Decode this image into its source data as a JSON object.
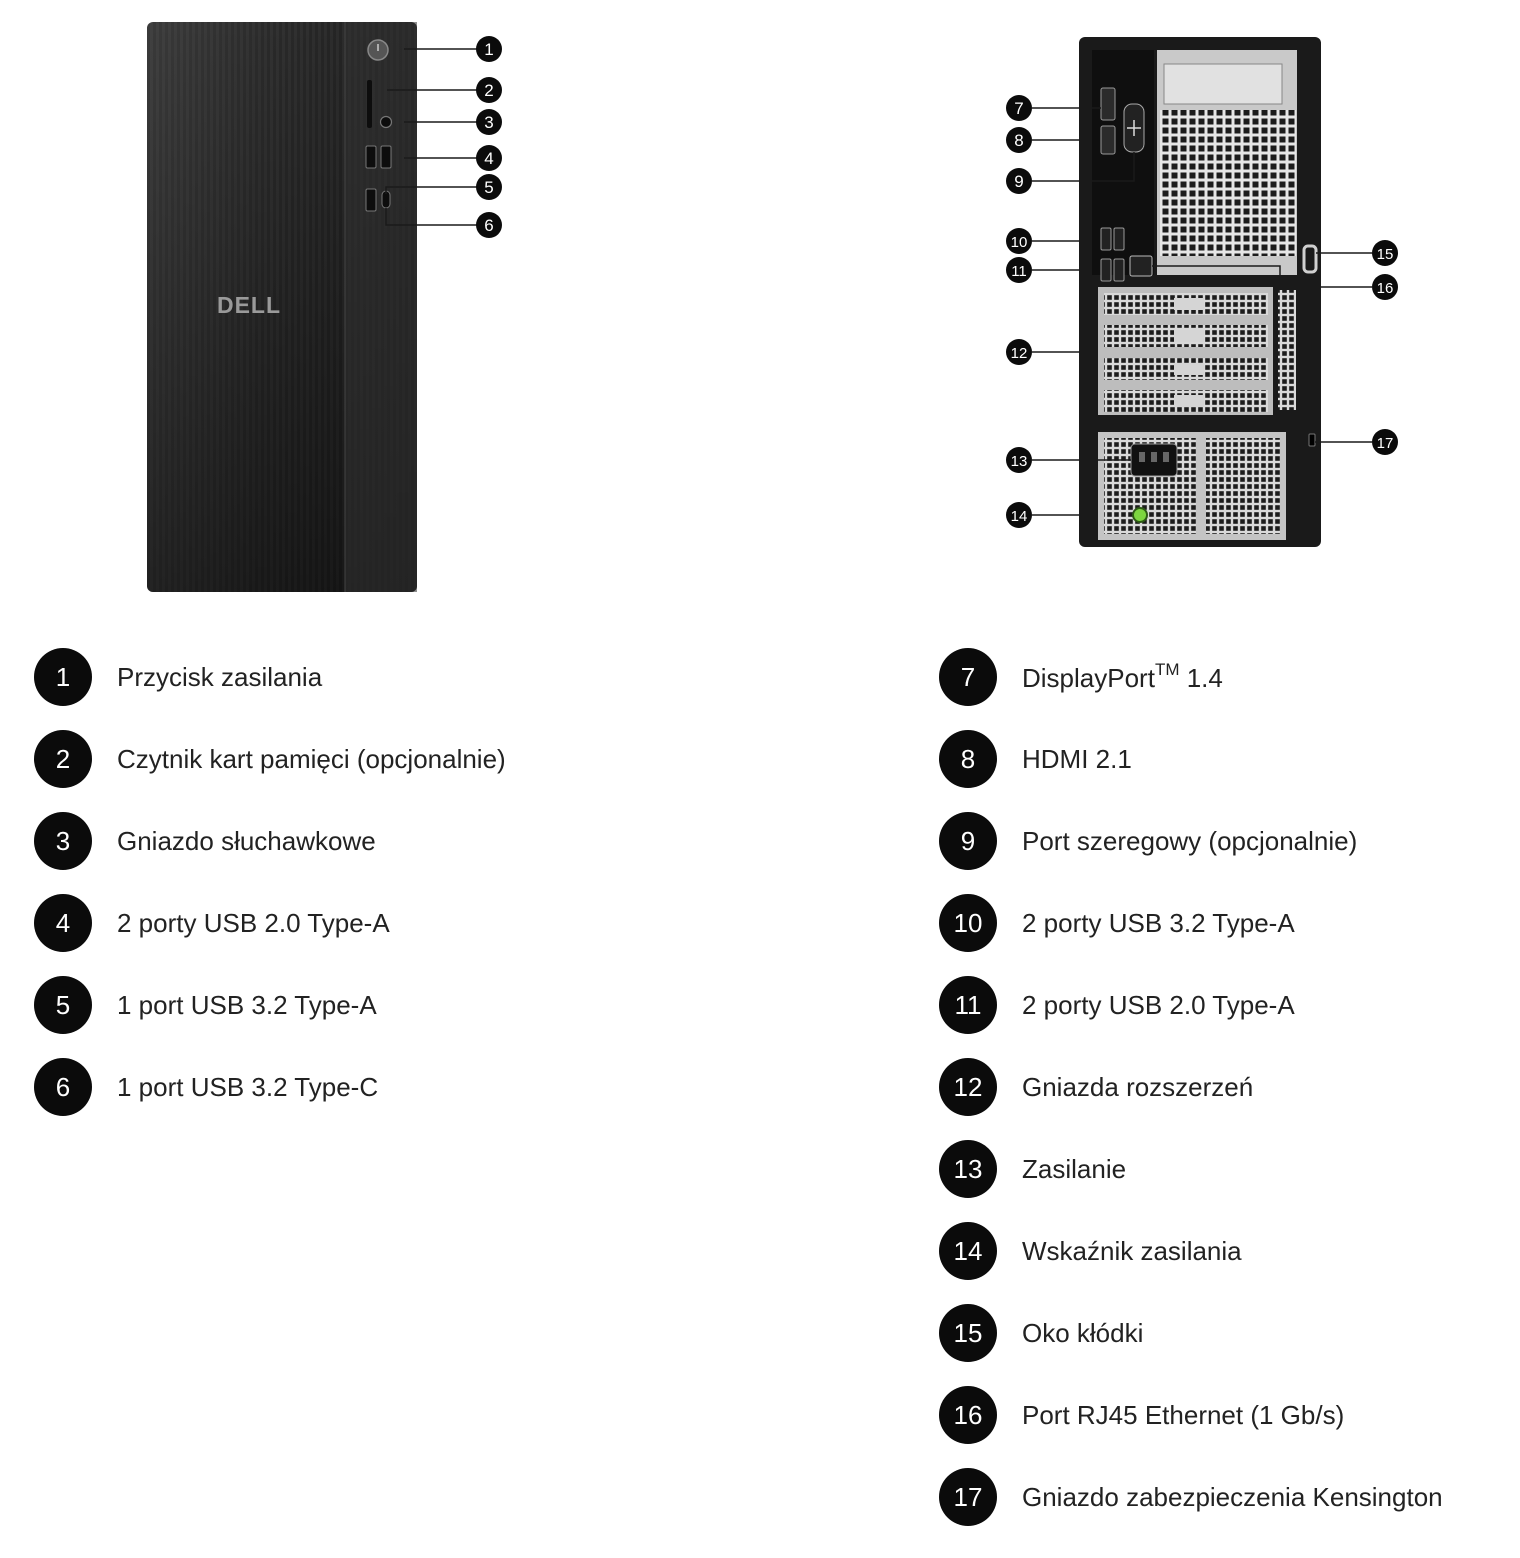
{
  "colors": {
    "badge": "#0b0b0b",
    "badge_text": "#ffffff",
    "text": "#222222",
    "tower_front": "#2b2b2b",
    "tower_back": "#1a1a1a",
    "metal_panel": "#c9c9c9",
    "power_led": "#7dd640"
  },
  "front": {
    "logo": "DELL",
    "callouts": [
      "1",
      "2",
      "3",
      "4",
      "5",
      "6"
    ]
  },
  "back": {
    "callouts": [
      "7",
      "8",
      "9",
      "10",
      "11",
      "12",
      "13",
      "14",
      "15",
      "16",
      "17"
    ]
  },
  "legend": {
    "left": [
      {
        "num": "1",
        "label": "Przycisk zasilania"
      },
      {
        "num": "2",
        "label": "Czytnik kart pamięci (opcjonalnie)"
      },
      {
        "num": "3",
        "label": "Gniazdo słuchawkowe"
      },
      {
        "num": "4",
        "label": "2 porty USB 2.0 Type-A"
      },
      {
        "num": "5",
        "label": "1 port USB 3.2 Type-A"
      },
      {
        "num": "6",
        "label": "1 port USB 3.2 Type-C"
      }
    ],
    "right": [
      {
        "num": "7",
        "label": "DisplayPort",
        "sup": "TM",
        "suffix": " 1.4"
      },
      {
        "num": "8",
        "label": "HDMI 2.1"
      },
      {
        "num": "9",
        "label": "Port szeregowy (opcjonalnie)"
      },
      {
        "num": "10",
        "label": "2 porty USB 3.2 Type-A"
      },
      {
        "num": "11",
        "label": "2 porty USB 2.0 Type-A"
      },
      {
        "num": "12",
        "label": "Gniazda rozszerzeń"
      },
      {
        "num": "13",
        "label": "Zasilanie"
      },
      {
        "num": "14",
        "label": "Wskaźnik zasilania"
      },
      {
        "num": "15",
        "label": "Oko kłódki"
      },
      {
        "num": "16",
        "label": "Port RJ45 Ethernet (1 Gb/s)"
      },
      {
        "num": "17",
        "label": "Gniazdo zabezpieczenia Kensington"
      }
    ]
  }
}
